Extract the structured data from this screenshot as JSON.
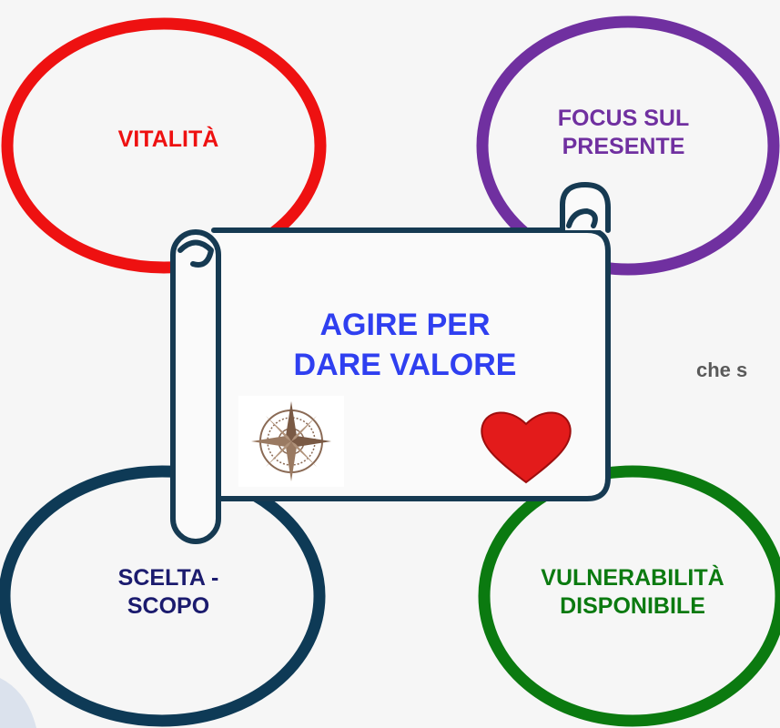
{
  "colors": {
    "background": "#f6f6f6",
    "vitalita": "#ee1111",
    "focus": "#7030a0",
    "scelta": "#0e3a56",
    "vulnerabilita": "#0b7a10",
    "scroll_border": "#163a52",
    "center_text": "#2f3ff0",
    "scelta_text": "#1b1b6e",
    "heart": "#e31b1b",
    "side_text": "#5a5a5a"
  },
  "nodes": {
    "vitalita": {
      "lines": [
        "VITALITÀ"
      ]
    },
    "focus": {
      "lines": [
        "FOCUS SUL",
        "PRESENTE"
      ]
    },
    "scelta": {
      "lines": [
        "SCELTA -",
        "SCOPO"
      ]
    },
    "vulnerabilita": {
      "lines": [
        "VULNERABILITÀ",
        "DISPONIBILE"
      ]
    }
  },
  "center": {
    "lines": [
      "AGIRE PER",
      "DARE VALORE"
    ]
  },
  "side_text": "che s",
  "icons": [
    "compass-rose-icon",
    "heart-icon"
  ]
}
